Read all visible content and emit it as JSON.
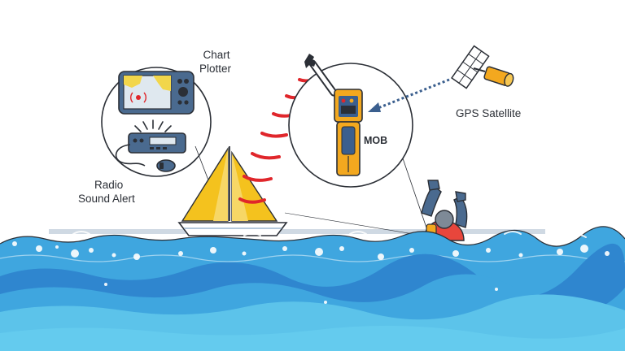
{
  "labels": {
    "chart_plotter_line1": "Chart",
    "chart_plotter_line2": "Plotter",
    "radio_line1": "Radio",
    "radio_line2": "Sound Alert",
    "gps": "GPS Satellite",
    "mob": "MOB"
  },
  "colors": {
    "sea_light": "#5cc3ea",
    "sea_mid": "#3fa6df",
    "sea_dark": "#2f86cf",
    "signal_arc": "#e0262b",
    "beacon_yellow": "#f3a81f",
    "sail_yellow": "#f4c21e",
    "device_blue": "#3b5f8e",
    "outline": "#2b2f36"
  },
  "icons": [
    "chart-plotter-icon",
    "radio-icon",
    "sailboat-icon",
    "mob-beacon-icon",
    "satellite-icon",
    "person-overboard-icon",
    "signal-arcs-icon"
  ]
}
